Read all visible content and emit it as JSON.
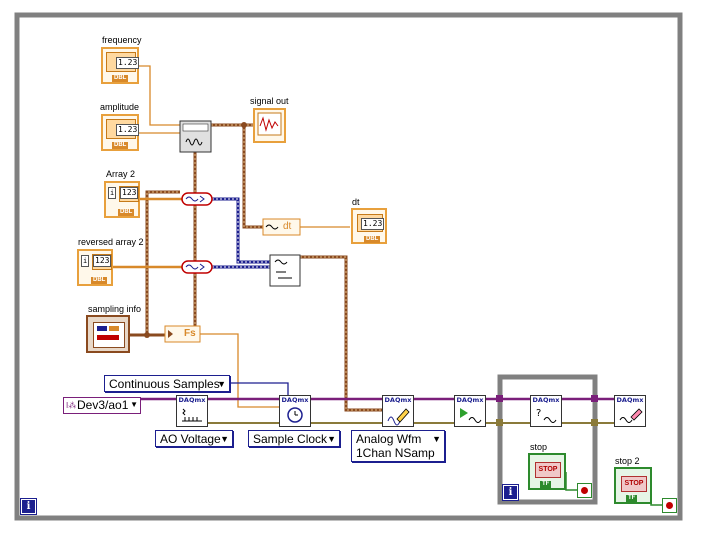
{
  "controls": {
    "frequency": {
      "label": "frequency",
      "value": "1.23",
      "type": "DBL"
    },
    "amplitude": {
      "label": "amplitude",
      "value": "1.23",
      "type": "DBL"
    },
    "array2": {
      "label": "Array 2",
      "value": "123",
      "type": "DBL"
    },
    "reversed_array2": {
      "label": "reversed array 2",
      "value": "123",
      "type": "DBL"
    },
    "sampling_info": {
      "label": "sampling info"
    }
  },
  "indicators": {
    "signal_out": {
      "label": "signal out"
    },
    "dt": {
      "label": "dt",
      "value": "1.23",
      "type": "DBL"
    }
  },
  "nodes": {
    "dt_unbundle": "dt",
    "fs_unbundle": "Fs",
    "daqmx_header": "DAQmx"
  },
  "rings": {
    "continuous_samples": "Continuous Samples",
    "channel": "Dev3/ao1",
    "ao_voltage": "AO Voltage",
    "sample_clock": "Sample Clock",
    "analog_wfm_line1": "Analog Wfm",
    "analog_wfm_line2": "1Chan NSamp"
  },
  "stop": {
    "label": "stop",
    "button": "STOP",
    "type": "TF"
  },
  "stop2": {
    "label": "stop 2",
    "button": "STOP",
    "type": "TF"
  },
  "loop_info_glyph": "i",
  "colors": {
    "orange_wire": "#d8892a",
    "brown_wire": "#8a4a1f",
    "blue_wire": "#1c1f8f",
    "purple_wire": "#7a1f7a",
    "loop_gray": "#808080",
    "bool_green": "#2d8a2d"
  }
}
